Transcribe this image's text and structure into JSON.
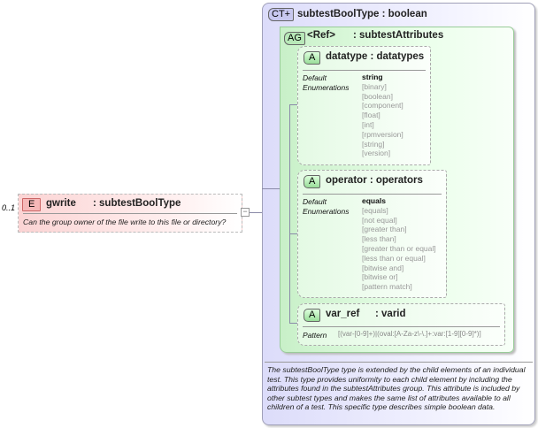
{
  "element": {
    "cardinality": "0..1",
    "badge": "E",
    "name": "gwrite",
    "type": ": subtestBoolType",
    "description": "Can the group owner of the file write to this file or directory?"
  },
  "complex_type": {
    "badge": "CT+",
    "title": "subtestBoolType : boolean",
    "description": "The subtestBoolType type is extended by the child elements of an individual test.  This type provides uniformity to each child element by including the attributes found in the subtestAttributes group.  This attribute is included by other subtest types and makes the same list of attributes available to all children of a test.  This specific type describes simple boolean data."
  },
  "attribute_group": {
    "badge": "AG",
    "ref": "<Ref>",
    "type": ": subtestAttributes"
  },
  "attributes": [
    {
      "badge": "A",
      "title": "datatype : datatypes",
      "default_label": "Default",
      "enum_label": "Enumerations",
      "default": "string",
      "enumerations": [
        "[binary]",
        "[boolean]",
        "[component]",
        "[float]",
        "[int]",
        "[rpmversion]",
        "[string]",
        "[version]"
      ]
    },
    {
      "badge": "A",
      "title": "operator : operators",
      "default_label": "Default",
      "enum_label": "Enumerations",
      "default": "equals",
      "enumerations": [
        "[equals]",
        "[not equal]",
        "[greater than]",
        "[less than]",
        "[greater than or equal]",
        "[less than or equal]",
        "[bitwise and]",
        "[bitwise or]",
        "[pattern match]"
      ]
    },
    {
      "badge": "A",
      "name": "var_ref",
      "type": ": varid",
      "pattern_label": "Pattern",
      "pattern": "[(var-[0-9]+)|(oval:[A-Za-z\\-\\.]+:var:[1-9][0-9]*)]"
    }
  ]
}
